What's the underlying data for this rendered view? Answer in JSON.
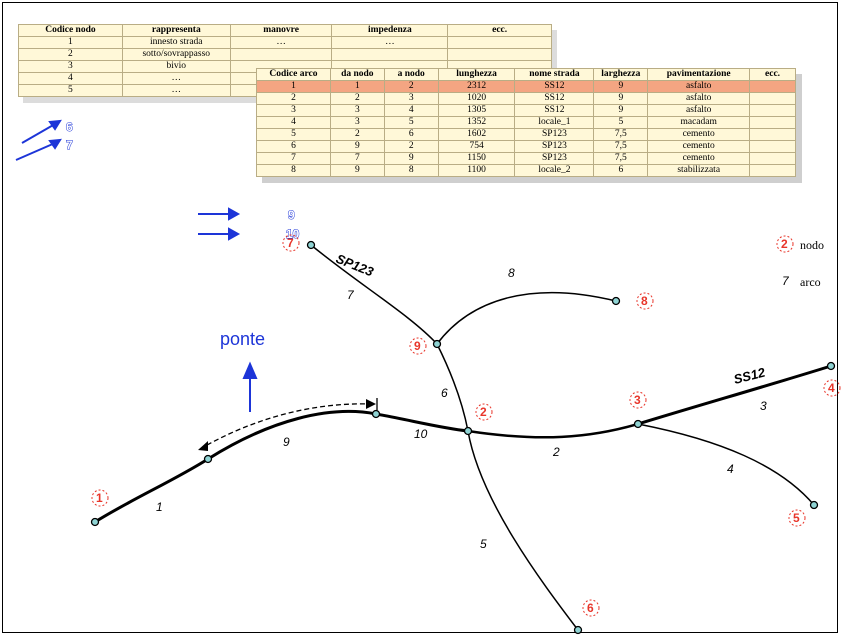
{
  "node_table": {
    "headers": [
      "Codice nodo",
      "rappresenta",
      "manovre",
      "impedenza",
      "ecc."
    ],
    "rows": [
      [
        "1",
        "innesto strada",
        "…",
        "…",
        ""
      ],
      [
        "2",
        "sotto/sovrappasso",
        "",
        "",
        ""
      ],
      [
        "3",
        "bivio",
        "",
        "",
        ""
      ],
      [
        "4",
        "…",
        "",
        "",
        ""
      ],
      [
        "5",
        "…",
        "",
        "",
        ""
      ]
    ]
  },
  "arc_table": {
    "headers": [
      "Codice arco",
      "da nodo",
      "a nodo",
      "lunghezza",
      "nome strada",
      "larghezza",
      "pavimentazione",
      "ecc."
    ],
    "rows": [
      [
        "1",
        "1",
        "2",
        "2312",
        "SS12",
        "9",
        "asfalto",
        ""
      ],
      [
        "2",
        "2",
        "3",
        "1020",
        "SS12",
        "9",
        "asfalto",
        ""
      ],
      [
        "3",
        "3",
        "4",
        "1305",
        "SS12",
        "9",
        "asfalto",
        ""
      ],
      [
        "4",
        "3",
        "5",
        "1352",
        "locale_1",
        "5",
        "macadam",
        ""
      ],
      [
        "5",
        "2",
        "6",
        "1602",
        "SP123",
        "7,5",
        "cemento",
        ""
      ],
      [
        "6",
        "9",
        "2",
        "754",
        "SP123",
        "7,5",
        "cemento",
        ""
      ],
      [
        "7",
        "7",
        "9",
        "1150",
        "SP123",
        "7,5",
        "cemento",
        ""
      ],
      [
        "8",
        "9",
        "8",
        "1100",
        "locale_2",
        "6",
        "stabilizzata",
        ""
      ]
    ],
    "highlight_row": 0
  },
  "continuation_markers": [
    "6",
    "7",
    "9",
    "10"
  ],
  "diagram": {
    "node_labels": [
      "1",
      "2",
      "3",
      "4",
      "5",
      "6",
      "7",
      "8",
      "9"
    ],
    "arc_labels": [
      "1",
      "2",
      "3",
      "4",
      "5",
      "6",
      "7",
      "8",
      "9",
      "10"
    ],
    "road_names": [
      "SP123",
      "SS12"
    ],
    "bridge_label": "ponte"
  },
  "legend": {
    "node_sample": "2",
    "node_text": "nodo",
    "arc_sample": "7",
    "arc_text": "arco"
  },
  "colors": {
    "node_label": "#e8352a",
    "blue": "#1d35d8",
    "table_bg": "#fff8d8",
    "highlight": "#f4a582"
  }
}
